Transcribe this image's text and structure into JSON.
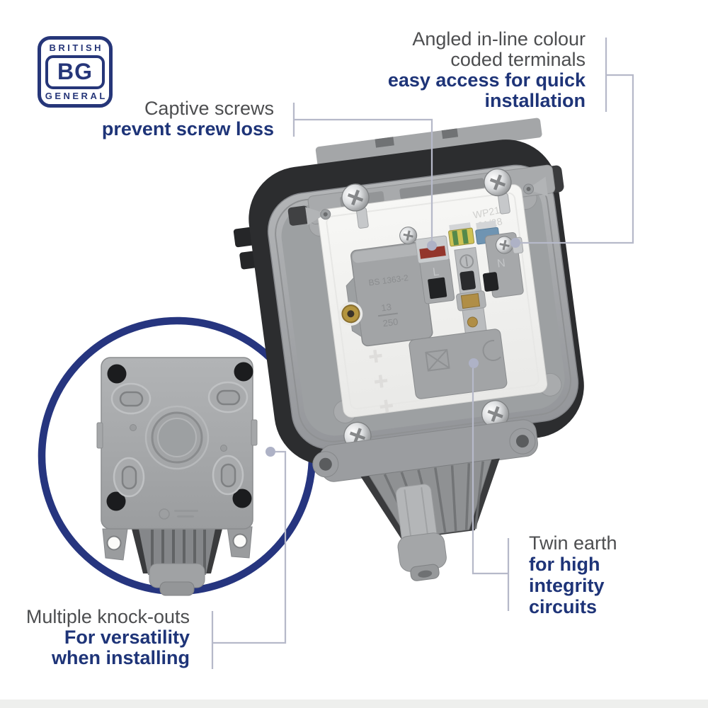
{
  "page": {
    "background": "#ffffff",
    "bottom_strip_color": "#eeefed"
  },
  "brand_logo": {
    "top": "BRITISH",
    "middle": "BG",
    "bottom": "GENERAL",
    "navy": "#263679"
  },
  "palette": {
    "navy_text": "#1e3478",
    "gray_text": "#4d4e50",
    "leader_line": "#b6b9c9",
    "ring_navy": "#26357f",
    "body_gray": "#a5a7a9",
    "shell_dark": "#2d2e30",
    "plate_white": "#f3f3f1"
  },
  "callouts": {
    "captive_screws": {
      "lines": [
        "Captive screws",
        "prevent screw loss"
      ]
    },
    "angled_terminals": {
      "lines": [
        "Angled in-line colour",
        "coded terminals",
        "easy access for quick",
        "installation"
      ]
    },
    "twin_earth": {
      "lines": [
        "Twin earth",
        "for high",
        "integrity",
        "circuits"
      ]
    },
    "knockouts": {
      "lines": [
        "Multiple knock-outs",
        "For versatility",
        "when installing"
      ]
    }
  },
  "product_markings": {
    "plate_model": "WP21",
    "plate_batch": "21/28",
    "standard": "BS 1363-2",
    "amps": "13",
    "volts": "250",
    "live": "L",
    "neutral": "N"
  }
}
